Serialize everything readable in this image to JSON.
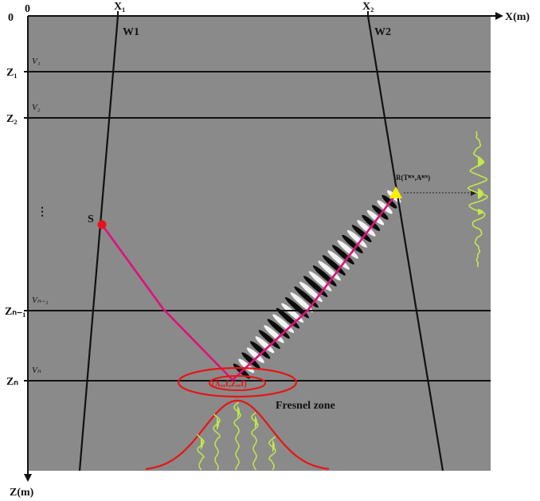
{
  "axes": {
    "origin_x": "0",
    "origin_z": "0",
    "x_axis": "X(m)",
    "z_axis": "Z(m)",
    "x_ticks": [
      "X₁",
      "X₂"
    ]
  },
  "wells": [
    "W1",
    "W2"
  ],
  "layers": [
    {
      "depth": "Z₁",
      "velocity": "V₁"
    },
    {
      "depth": "Z₂",
      "velocity": "V₂"
    },
    {
      "depth": "⋮",
      "velocity": ""
    },
    {
      "depth": "Zₙ₋₁",
      "velocity": "Vₙ₋₁"
    },
    {
      "depth": "Zₙ",
      "velocity": "Vₙ"
    }
  ],
  "source_label": "S",
  "receiver_label": "R(Tᴿᴺ,Aᴿᴺ)",
  "reflection_point_label": "(Xᵣₑf,Zᵣₑf)",
  "fresnel_label": "Fresnel zone",
  "colors": {
    "background_panel": "#8a8a8a",
    "ray_path": "#e0107a",
    "source": "#e8141c",
    "receiver": "#ffee00",
    "fresnel": "#e81414",
    "traces": "#c2e84a"
  }
}
